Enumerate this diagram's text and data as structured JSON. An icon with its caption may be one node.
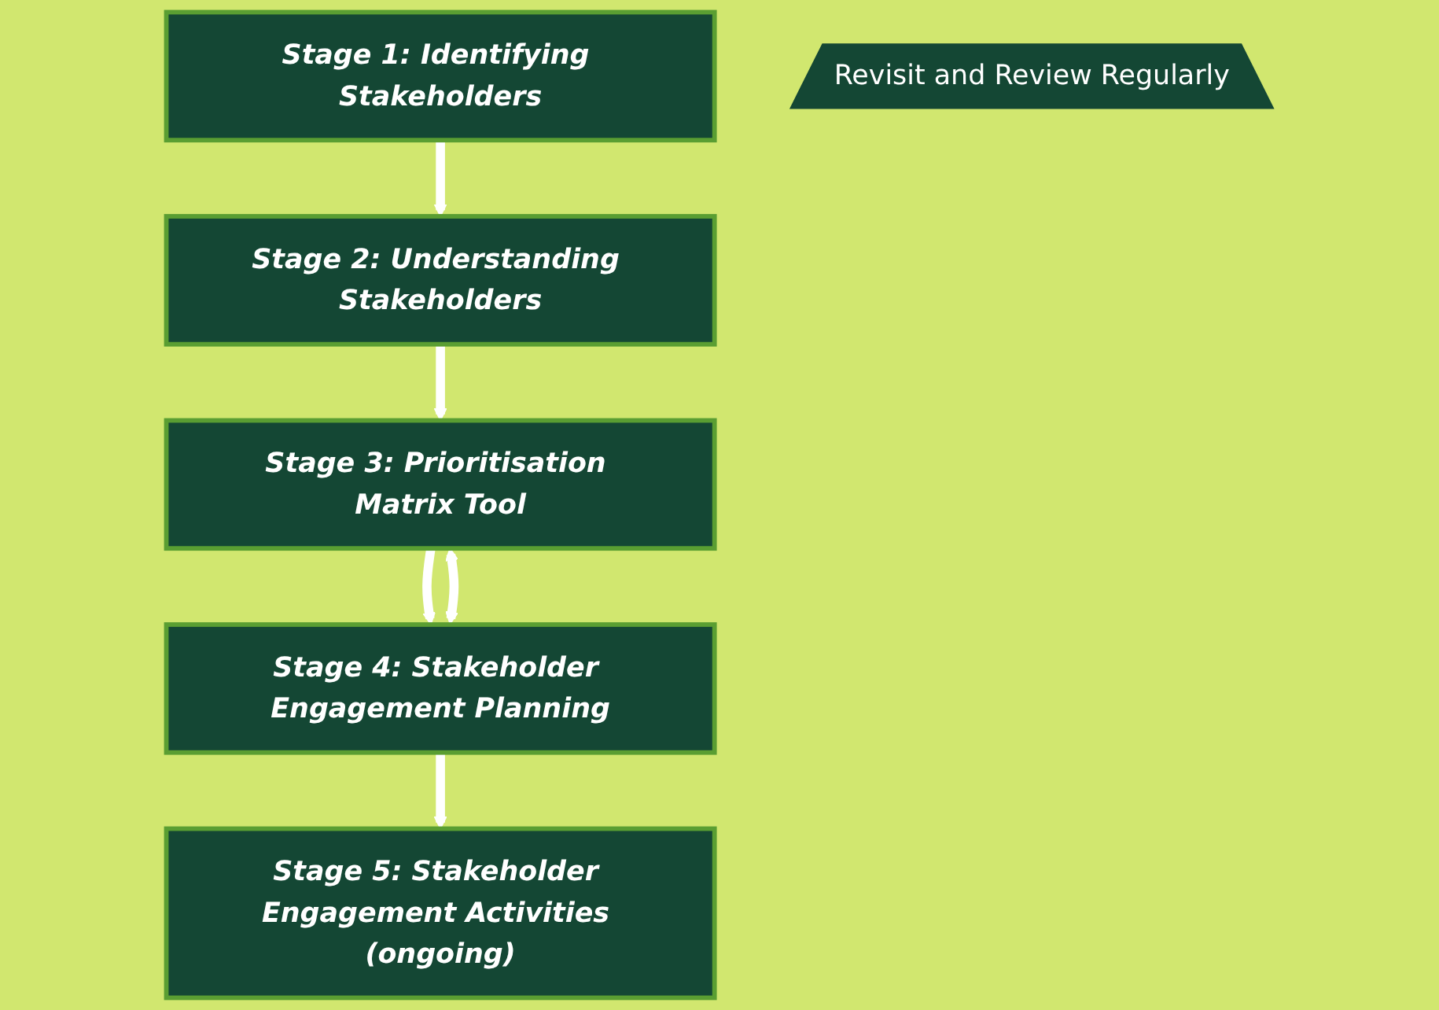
{
  "diagram": {
    "nodes": [
      {
        "text": [
          "Stage 1: Identifying Stakeholders"
        ]
      },
      {
        "text": [
          "Stage 2: Understanding Stakeholders"
        ]
      },
      {
        "text": [
          "Stage 3: Prioritisation Matrix Tool"
        ]
      },
      {
        "text": [
          "Stage 4: Stakeholder Engagement Planning"
        ]
      },
      {
        "text": [
          "Stage 5: Stakeholder Engagement Activities (ongoing)"
        ]
      },
      {
        "text": [
          "Revisit and Review Regularly"
        ]
      }
    ],
    "edges": [
      {
        "from": 0,
        "to": 1,
        "arrow": "to"
      },
      {
        "from": 1,
        "to": 2,
        "arrow": "to"
      },
      {
        "from": 2,
        "to": 3,
        "arrow": "to"
      },
      {
        "from": 3,
        "to": 4,
        "arrow": "to"
      },
      {
        "from": 3,
        "to": 2,
        "arrow": "both"
      }
    ]
  }
}
